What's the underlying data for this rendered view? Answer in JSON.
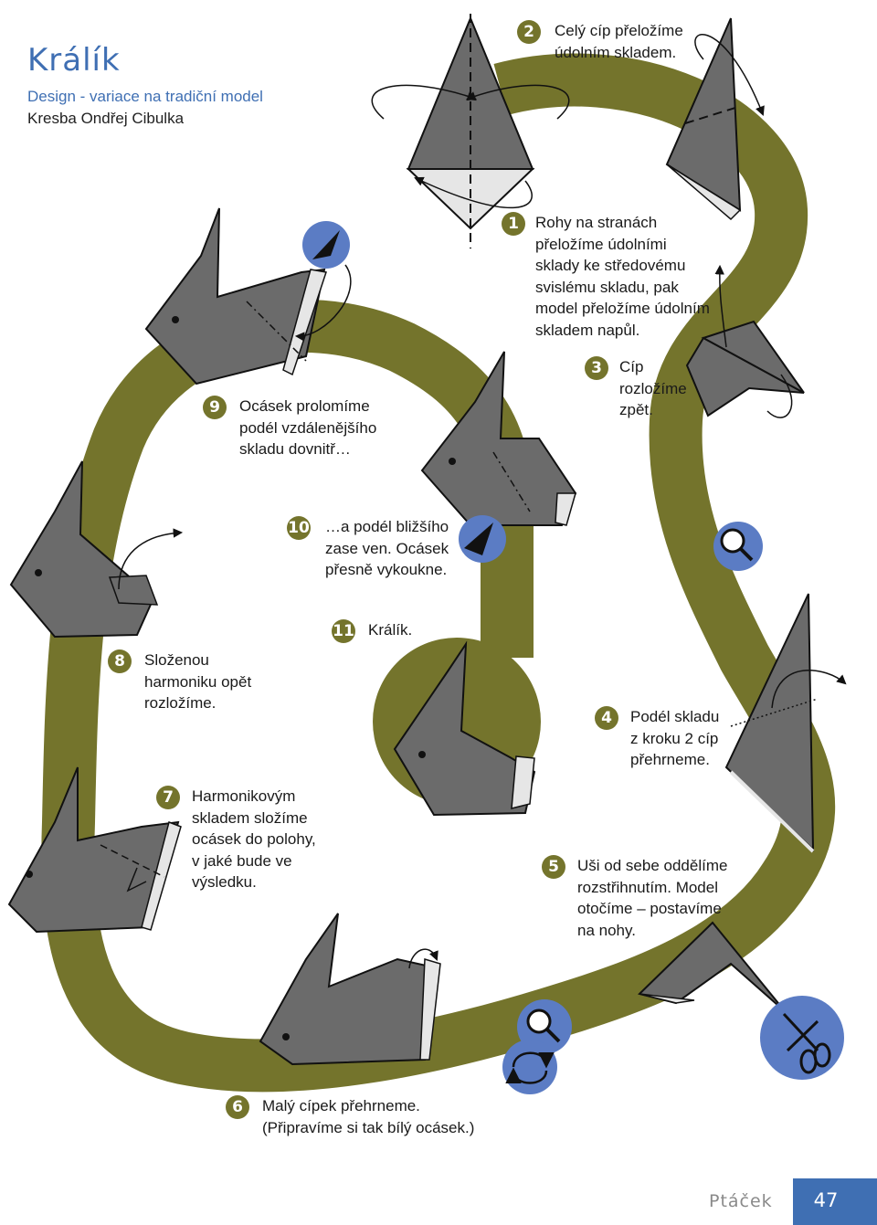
{
  "header": {
    "title": "Králík",
    "subtitle": "Design - variace na tradiční model",
    "credit": "Kresba Ondřej Cibulka"
  },
  "steps": [
    {
      "num": "1",
      "lines": [
        "Rohy na stranách",
        "přeložíme údolními",
        "sklady ke středovému",
        "svislému skladu, pak",
        "model přeložíme údolním",
        "skladem napůl."
      ]
    },
    {
      "num": "2",
      "lines": [
        "Celý cíp přeložíme",
        "údolním skladem."
      ]
    },
    {
      "num": "3",
      "lines": [
        "Cíp",
        "rozložíme",
        "zpět."
      ]
    },
    {
      "num": "4",
      "lines": [
        "Podél skladu",
        "z kroku 2 cíp",
        "přehrneme."
      ]
    },
    {
      "num": "5",
      "lines": [
        "Uši od sebe oddělíme",
        "rozstřihnutím. Model",
        "otočíme – postavíme",
        "na nohy."
      ]
    },
    {
      "num": "6",
      "lines": [
        "Malý cípek přehrneme.",
        "(Připravíme si tak bílý ocásek.)"
      ]
    },
    {
      "num": "7",
      "lines": [
        "Harmonikovým",
        "skladem složíme",
        "ocásek do polohy,",
        "v jaké bude ve",
        "výsledku."
      ]
    },
    {
      "num": "8",
      "lines": [
        "Složenou",
        "harmoniku opět",
        "rozložíme."
      ]
    },
    {
      "num": "9",
      "lines": [
        "Ocásek prolomíme",
        "podél vzdálenějšího",
        "skladu dovnitř…"
      ]
    },
    {
      "num": "10",
      "lines": [
        "…a podél bližšího",
        "zase ven. Ocásek",
        "přesně vykoukne."
      ]
    },
    {
      "num": "11",
      "lines": [
        "Králík."
      ]
    }
  ],
  "icons": [
    "mountain-fold-arrow-icon",
    "magnifier-icon",
    "scissors-icon",
    "rotate-icon"
  ],
  "colors": {
    "path": "#74742c",
    "paper_dark": "#6b6b6b",
    "paper_light": "#e6e6e6",
    "accent": "#3f6fb3",
    "icon_circle": "#5b7cc4"
  },
  "footer": {
    "section": "Ptáček",
    "page": "47"
  }
}
